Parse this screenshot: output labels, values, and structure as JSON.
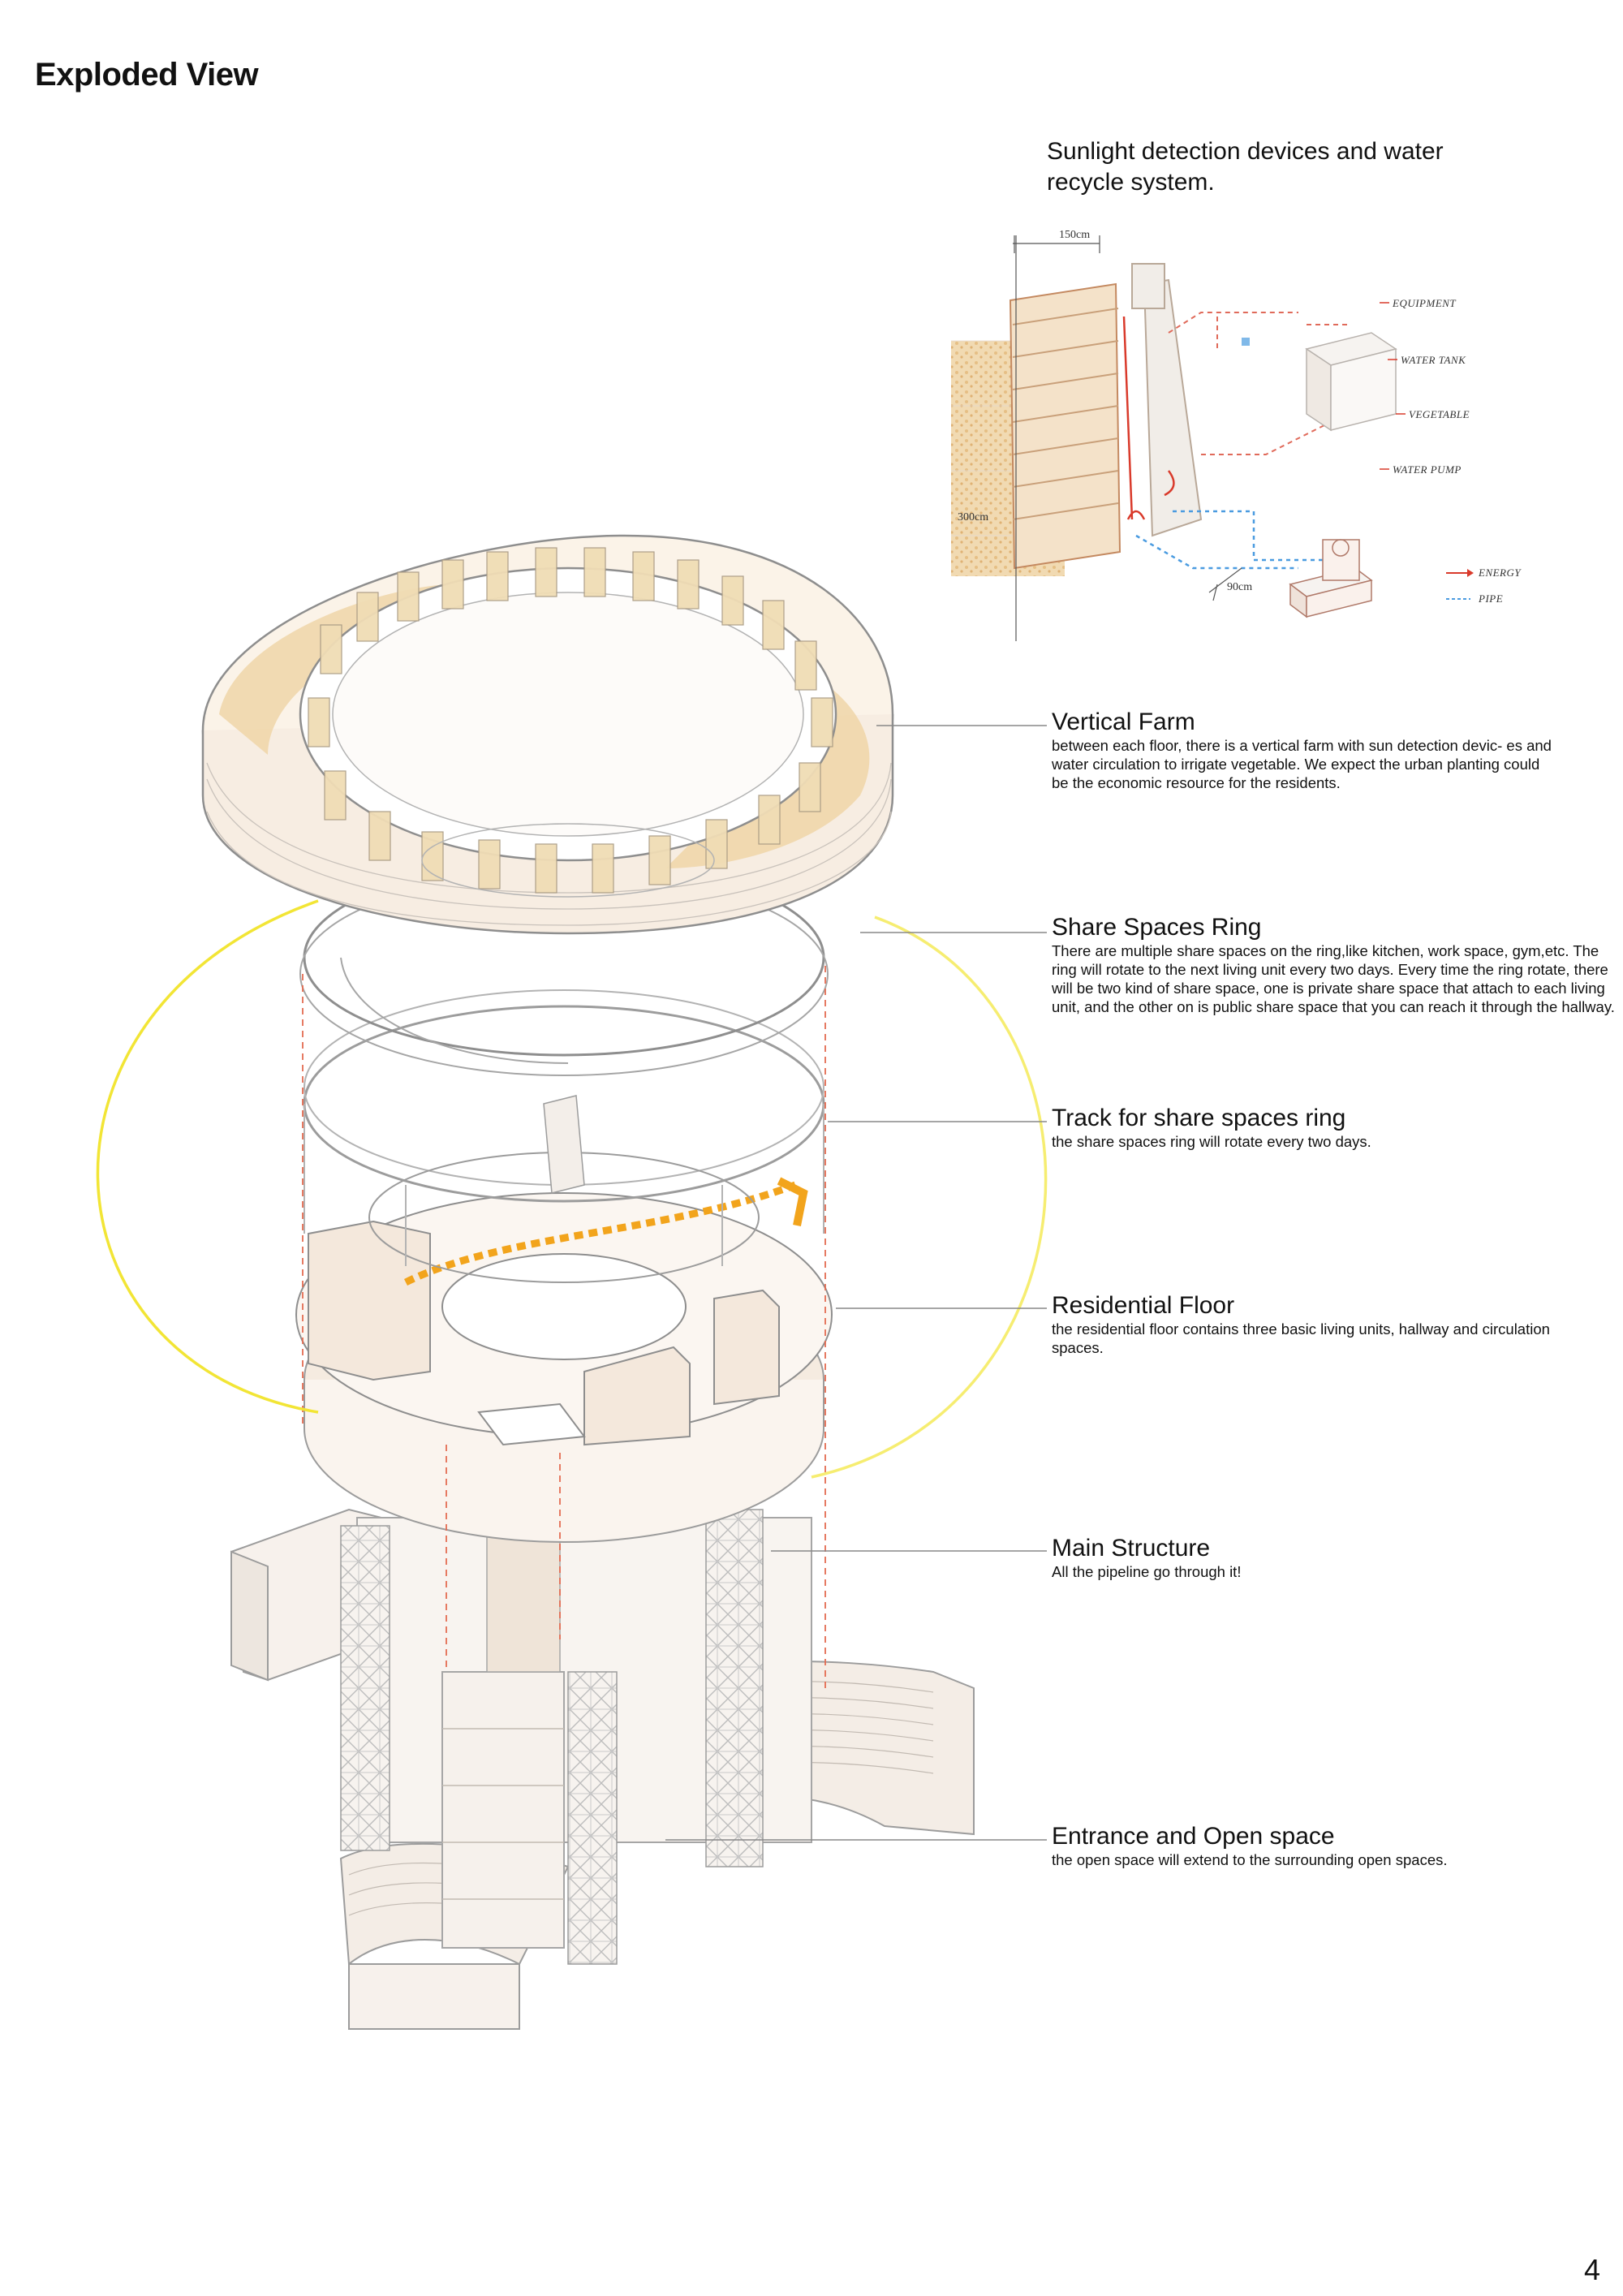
{
  "page": {
    "title": "Exploded View",
    "page_number": "4"
  },
  "colors": {
    "accent_yellow": "#f2e535",
    "arrow_orange": "#f2a41c",
    "energy_red": "#d93a2b",
    "pipe_blue": "#4a9be0",
    "line_gray": "#b5b5b5",
    "fill_beige": "#f6e9dc",
    "farm_tan": "#e9c58d"
  },
  "inset": {
    "caption": "Sunlight detection devices and water recycle system.",
    "labels": {
      "equipment": "EQUIPMENT",
      "water_tank": "WATER TANK",
      "vegetable": "VEGETABLE",
      "water_pump": "WATER PUMP"
    },
    "legend": {
      "energy": "ENERGY",
      "pipe": "PIPE"
    },
    "dimensions": {
      "width": "150cm",
      "height": "300cm",
      "depth": "90cm"
    }
  },
  "labels": [
    {
      "title": "Vertical Farm",
      "desc": "between each floor, there is a vertical farm with sun detection devic- es and water circulation to irrigate vegetable. We expect the urban planting could be the economic resource for the residents."
    },
    {
      "title": "Share Spaces Ring",
      "desc": "There are multiple share spaces on the ring,like kitchen, work space, gym,etc. The ring will rotate to the next living unit every two days. Every time the ring rotate, there will be two kind of share space, one is private share space that attach to each living unit, and the  other on is public share space that you can reach it through the hallway."
    },
    {
      "title": "Track for share spaces ring",
      "desc": "the share spaces ring will rotate every two days."
    },
    {
      "title": "Residential Floor",
      "desc": "the residential floor contains three basic living units, hallway and circulation spaces."
    },
    {
      "title": "Main Structure",
      "desc": "All the pipeline go through it!"
    },
    {
      "title": "Entrance and Open space",
      "desc": "the open space will extend to the surrounding open spaces."
    }
  ]
}
